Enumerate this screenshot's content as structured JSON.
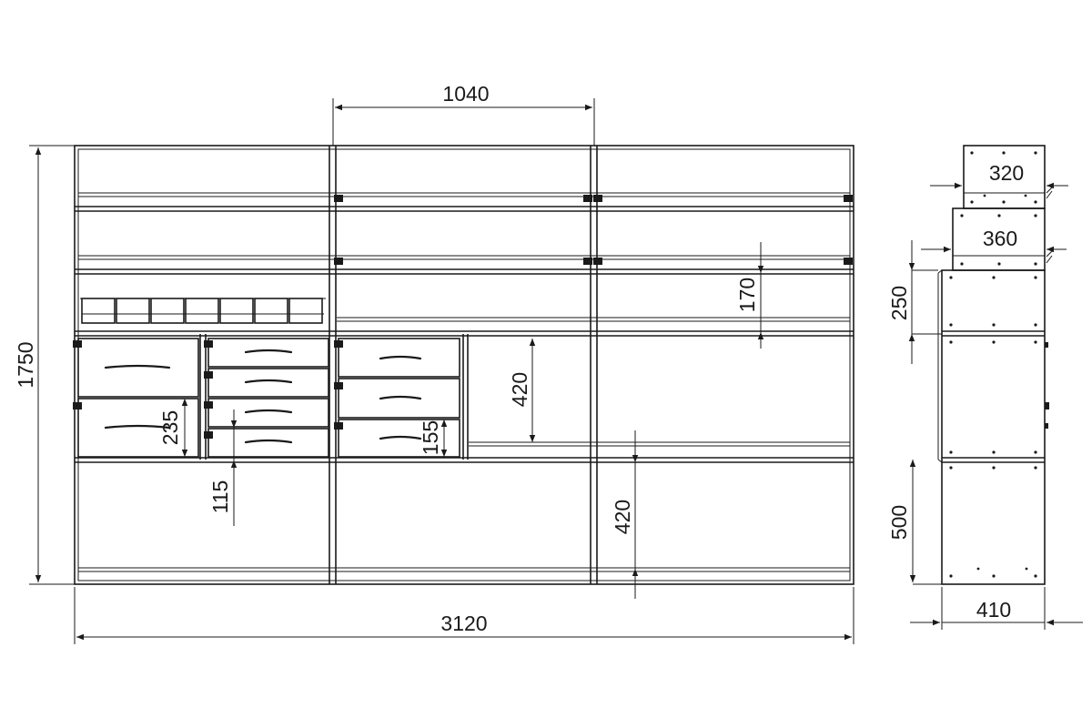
{
  "drawing": {
    "dimensions": {
      "top_width": "1040",
      "total_height": "1750",
      "total_width": "3120",
      "shelf_gap": "170",
      "inner_height_mid": "420",
      "inner_height_bottom": "420",
      "drawer_height_large": "235",
      "drawer_height_small": "155",
      "gap_small": "115",
      "side_depth_top": "320",
      "side_depth_second": "360",
      "side_height_upper": "250",
      "side_height_lower": "500",
      "side_depth_base": "410"
    },
    "line_color": "#1a1a1a",
    "background": "#ffffff"
  }
}
